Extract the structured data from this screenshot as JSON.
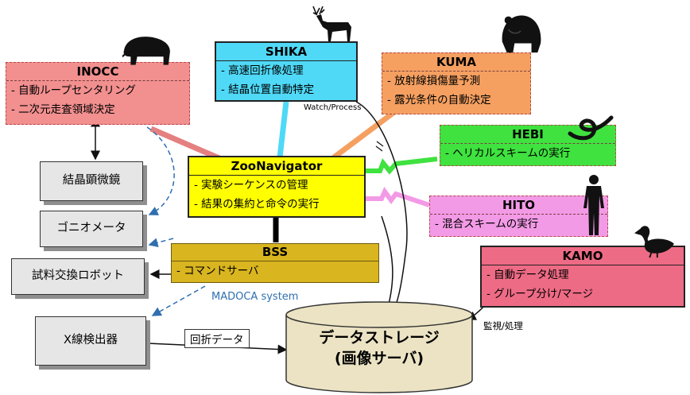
{
  "modules": {
    "inocc": {
      "name": "INOCC",
      "items": [
        "- 自動ループセンタリング",
        "- 二次元走査領域決定"
      ]
    },
    "shika": {
      "name": "SHIKA",
      "items": [
        "- 高速回折像処理",
        "- 結晶位置自動特定"
      ]
    },
    "kuma": {
      "name": "KUMA",
      "items": [
        "- 放射線損傷量予測",
        "- 露光条件の自動決定"
      ]
    },
    "hebi": {
      "name": "HEBI",
      "items": [
        "- ヘリカルスキームの実行"
      ]
    },
    "hito": {
      "name": "HITO",
      "items": [
        "- 混合スキームの実行"
      ]
    },
    "kamo": {
      "name": "KAMO",
      "items": [
        "- 自動データ処理",
        "- グループ分け/マージ"
      ]
    },
    "zoonavigator": {
      "name": "ZooNavigator",
      "items": [
        "- 実験シーケンスの管理",
        "- 結果の集約と命令の実行"
      ]
    },
    "bss": {
      "name": "BSS",
      "items": [
        "- コマンドサーバ"
      ]
    }
  },
  "devices": {
    "microscope": "結晶顕微鏡",
    "goniometer": "ゴニオメータ",
    "robot": "試料交換ロボット",
    "detector": "X線検出器"
  },
  "storage": {
    "line1": "データストレージ",
    "line2": "(画像サーバ)"
  },
  "labels": {
    "madoca": "MADOCA system",
    "watch_process": "Watch/Process",
    "monitor_process": "監視/処理",
    "diffraction_data": "回折データ"
  },
  "colors": {
    "inocc": "#f28f8f",
    "shika": "#4fd9f7",
    "kuma": "#f5a061",
    "hebi": "#3fe23f",
    "hito": "#f39ae6",
    "kamo": "#ee6b85",
    "zoonavigator": "#ffff00",
    "bss": "#d9b51f",
    "storage": "#ebe3c3",
    "madoca": "#2f6fb0"
  },
  "icons": [
    "deer-icon",
    "bear-icon",
    "boar-icon",
    "snake-icon",
    "human-icon",
    "duck-icon"
  ]
}
